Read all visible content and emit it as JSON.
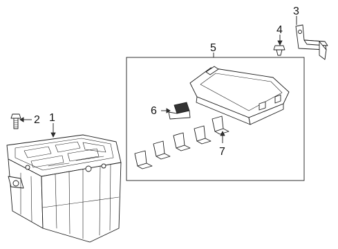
{
  "callouts": [
    {
      "id": "1",
      "part": "fuse-relay-box"
    },
    {
      "id": "2",
      "part": "bolt"
    },
    {
      "id": "3",
      "part": "bracket"
    },
    {
      "id": "4",
      "part": "screw"
    },
    {
      "id": "5",
      "part": "fuse-box-group"
    },
    {
      "id": "6",
      "part": "cover-clip"
    },
    {
      "id": "7",
      "part": "relay"
    }
  ]
}
